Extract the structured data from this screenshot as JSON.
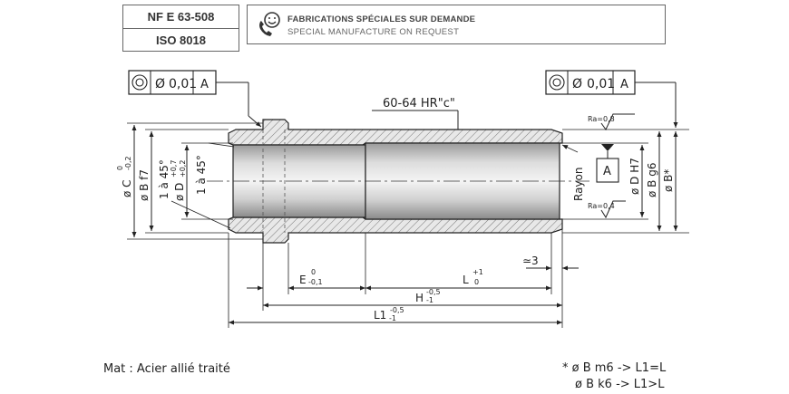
{
  "standards": [
    "NF E 63-508",
    "ISO 8018"
  ],
  "banner": {
    "line_fr": "FABRICATIONS SPÉCIALES SUR DEMANDE",
    "line_en": "SPECIAL MANUFACTURE ON REQUEST",
    "icon": "phone-smile-icon"
  },
  "tolerance_frame": {
    "symbol": "Ø",
    "value": "0,01",
    "datum": "A"
  },
  "hardness": "60-64 HR\"c\"",
  "roughness": {
    "top": "Ra=0,8",
    "bottom": "Ra=0,4"
  },
  "datum_label": "A",
  "radius_label": "Rayon",
  "left_dims": {
    "c": "ø C",
    "c_tol_up": "0",
    "c_tol_low": "-0,2",
    "b_f7": "ø B f7",
    "chamfer_outer": "1 à 45°",
    "d": "ø D",
    "d_tol_up": "+0,7",
    "d_tol_low": "+0,2",
    "chamfer_inner": "1 à 45°"
  },
  "right_dims": {
    "d_h7": "ø D H7",
    "b_g6": "ø B g6",
    "b_star": "ø B*"
  },
  "bottom_dims": {
    "approx3": "≃3",
    "e": "E",
    "e_up": "0",
    "e_low": "-0,1",
    "l": "L",
    "l_up": "+1",
    "l_low": "0",
    "h": "H",
    "h_up": "-0,5",
    "h_low": "-1",
    "l1": "L1",
    "l1_up": "-0,5",
    "l1_low": "-1"
  },
  "material": "Mat : Acier allié traité",
  "notes": [
    "* ø B m6 -> L1=L",
    "ø B k6 -> L1>L"
  ]
}
